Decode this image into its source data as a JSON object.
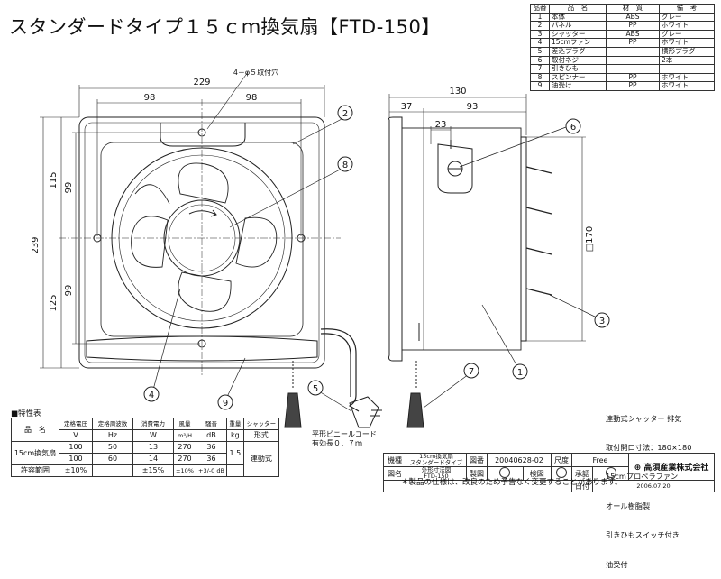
{
  "title": "スタンダードタイプ１５ｃｍ換気扇【FTD-150】",
  "parts_table": {
    "headers": [
      "品番",
      "品　名",
      "材　質",
      "備　考"
    ],
    "rows": [
      [
        "1",
        "本体",
        "ABS",
        "グレー"
      ],
      [
        "2",
        "パネル",
        "PP",
        "ホワイト"
      ],
      [
        "3",
        "シャッター",
        "ABS",
        "グレー"
      ],
      [
        "4",
        "15cmファン",
        "PP",
        "ホワイト"
      ],
      [
        "5",
        "差込プラグ",
        "",
        "横形プラグ"
      ],
      [
        "6",
        "取付ネジ",
        "",
        "2本"
      ],
      [
        "7",
        "引きひも",
        "",
        ""
      ],
      [
        "8",
        "スピンナー",
        "PP",
        "ホワイト"
      ],
      [
        "9",
        "油受け",
        "PP",
        "ホワイト"
      ]
    ]
  },
  "dimensions": {
    "d229": "229",
    "d98a": "98",
    "d98b": "98",
    "hole": "4－φ５取付穴",
    "d239": "239",
    "d115": "115",
    "d99a": "99",
    "d125": "125",
    "d99b": "99",
    "d130": "130",
    "d37": "37",
    "d93": "93",
    "d23": "23",
    "d170": "□170"
  },
  "callouts": [
    "1",
    "2",
    "3",
    "4",
    "5",
    "6",
    "7",
    "8",
    "9"
  ],
  "cord_note": [
    "平形ビニールコード",
    "有効長０．７ｍ"
  ],
  "spec": {
    "heading": "■特性表",
    "row1": [
      "品　名",
      "定格電圧",
      "定格周波数",
      "消費電力",
      "風量",
      "騒音",
      "重量",
      "シャッター"
    ],
    "row2": [
      "V",
      "Hz",
      "W",
      "m³/H",
      "dB",
      "kg",
      "形式"
    ],
    "data1": [
      "100",
      "50",
      "13",
      "270",
      "36"
    ],
    "data2": [
      "100",
      "60",
      "14",
      "270",
      "36"
    ],
    "model": "15cm換気扇",
    "weight": "1.5",
    "shutter": "連動式",
    "tol_label": "許容範囲",
    "tol_v": "±10%",
    "tol_w": "±15%",
    "tol_air": "±10%",
    "tol_db": "+3/-0 dB"
  },
  "notes": [
    "連動式シャッター 排気",
    "取付開口寸法：180×180",
    "15cmプロペラファン",
    "オール樹脂製",
    "引きひもスイッチ付き",
    "油受付"
  ],
  "title_block": {
    "model_label": "機種",
    "model_value1": "15cm換気扇",
    "model_value2": "スタンダードタイプ",
    "drawing_no_label": "図番",
    "drawing_no": "20040628-02",
    "scale_label": "尺度",
    "scale": "Free",
    "name_label": "図名",
    "name1": "外形寸法図",
    "name2": "FTD-150",
    "made_label": "製図",
    "check_label": "検図",
    "approve_label": "承認",
    "date_label": "日付",
    "date": "2006.07.20",
    "company": "高須産業株式会社"
  },
  "footnote": "＊製品の仕様は、改良のため予告なく変更することがあります。"
}
